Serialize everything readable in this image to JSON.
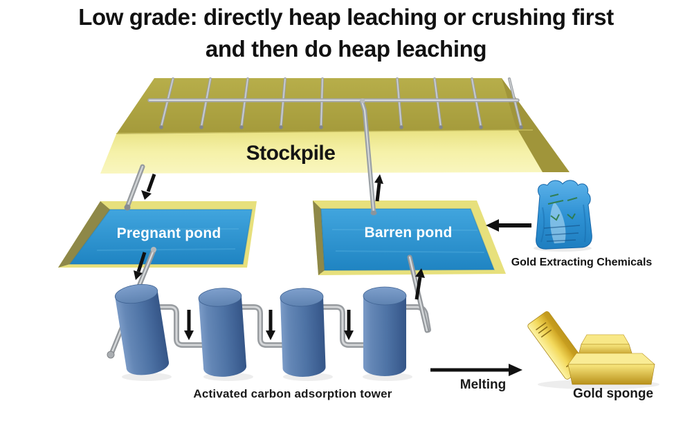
{
  "title": {
    "line1": "Low grade: directly heap leaching or crushing first",
    "line2": "and then do heap leaching"
  },
  "stockpile": {
    "label": "Stockpile"
  },
  "ponds": {
    "pregnant": {
      "label": "Pregnant pond"
    },
    "barren": {
      "label": "Barren pond"
    }
  },
  "chemicals": {
    "label": "Gold Extracting Chemicals"
  },
  "adsorption": {
    "label": "Activated carbon adsorption tower",
    "tower_count": 4
  },
  "output": {
    "melting_label": "Melting",
    "gold_label": "Gold sponge"
  },
  "flow_arrows": [
    {
      "from": "stockpile",
      "to": "pregnant-pond",
      "direction": "down"
    },
    {
      "from": "pregnant-pond",
      "to": "adsorption-tower-1",
      "direction": "down"
    },
    {
      "from": "adsorption-tower-1",
      "to": "adsorption-tower-2",
      "direction": "down"
    },
    {
      "from": "adsorption-tower-2",
      "to": "adsorption-tower-3",
      "direction": "down"
    },
    {
      "from": "adsorption-tower-3",
      "to": "adsorption-tower-4",
      "direction": "down"
    },
    {
      "from": "adsorption-tower-4",
      "to": "barren-pond",
      "direction": "up"
    },
    {
      "from": "barren-pond",
      "to": "stockpile",
      "direction": "up"
    },
    {
      "from": "gold-extracting-chemicals",
      "to": "barren-pond",
      "direction": "left"
    },
    {
      "from": "adsorption-towers",
      "to": "gold-sponge",
      "label": "Melting",
      "direction": "right"
    }
  ],
  "colors": {
    "background": "#ffffff",
    "text": "#161616",
    "stockpile_top": "#b0a744",
    "stockpile_front": "#f4efa5",
    "pond_water": "#2b96d2",
    "pond_rim": "#e7e07c",
    "pond_rim_dark": "#8e8848",
    "pipe": "#a0a4a8",
    "tower_body": "#4e74a6",
    "arrow": "#111111",
    "chemicals_bag": "#2f92d4",
    "gold": "#e7c53f"
  }
}
